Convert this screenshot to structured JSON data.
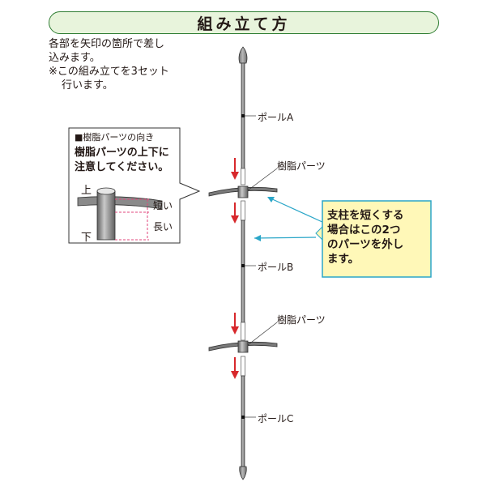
{
  "title": "組み立て方",
  "instructions": {
    "line1": "各部を矢印の箇所で差し",
    "line2": "込みます。",
    "line3": "※この組み立てを3セット",
    "line4": "行います。"
  },
  "inset": {
    "title": "■樹脂パーツの向き",
    "heading_line1": "樹脂パーツの上下に",
    "heading_line2": "注意してください。",
    "label_top": "上",
    "label_bottom": "下",
    "label_short": "短い",
    "label_long": "長い"
  },
  "labels": {
    "pole_a": "ポールA",
    "pole_b": "ポールB",
    "pole_c": "ポールC",
    "resin_part_1": "樹脂パーツ",
    "resin_part_2": "樹脂パーツ"
  },
  "note": {
    "line1": "支柱を短くする",
    "line2": "場合はこの2つ",
    "line3": "のパーツを外し",
    "line4": "ます。"
  },
  "colors": {
    "accent_green": "#2e7d32",
    "banner_fill": "#e8f4dc",
    "pole_gray": "#8c8c8c",
    "arrow_red": "#d7282c",
    "note_fill": "#fff8b8",
    "note_border": "#2aa6c8",
    "dashed_pink": "#e0457b"
  }
}
